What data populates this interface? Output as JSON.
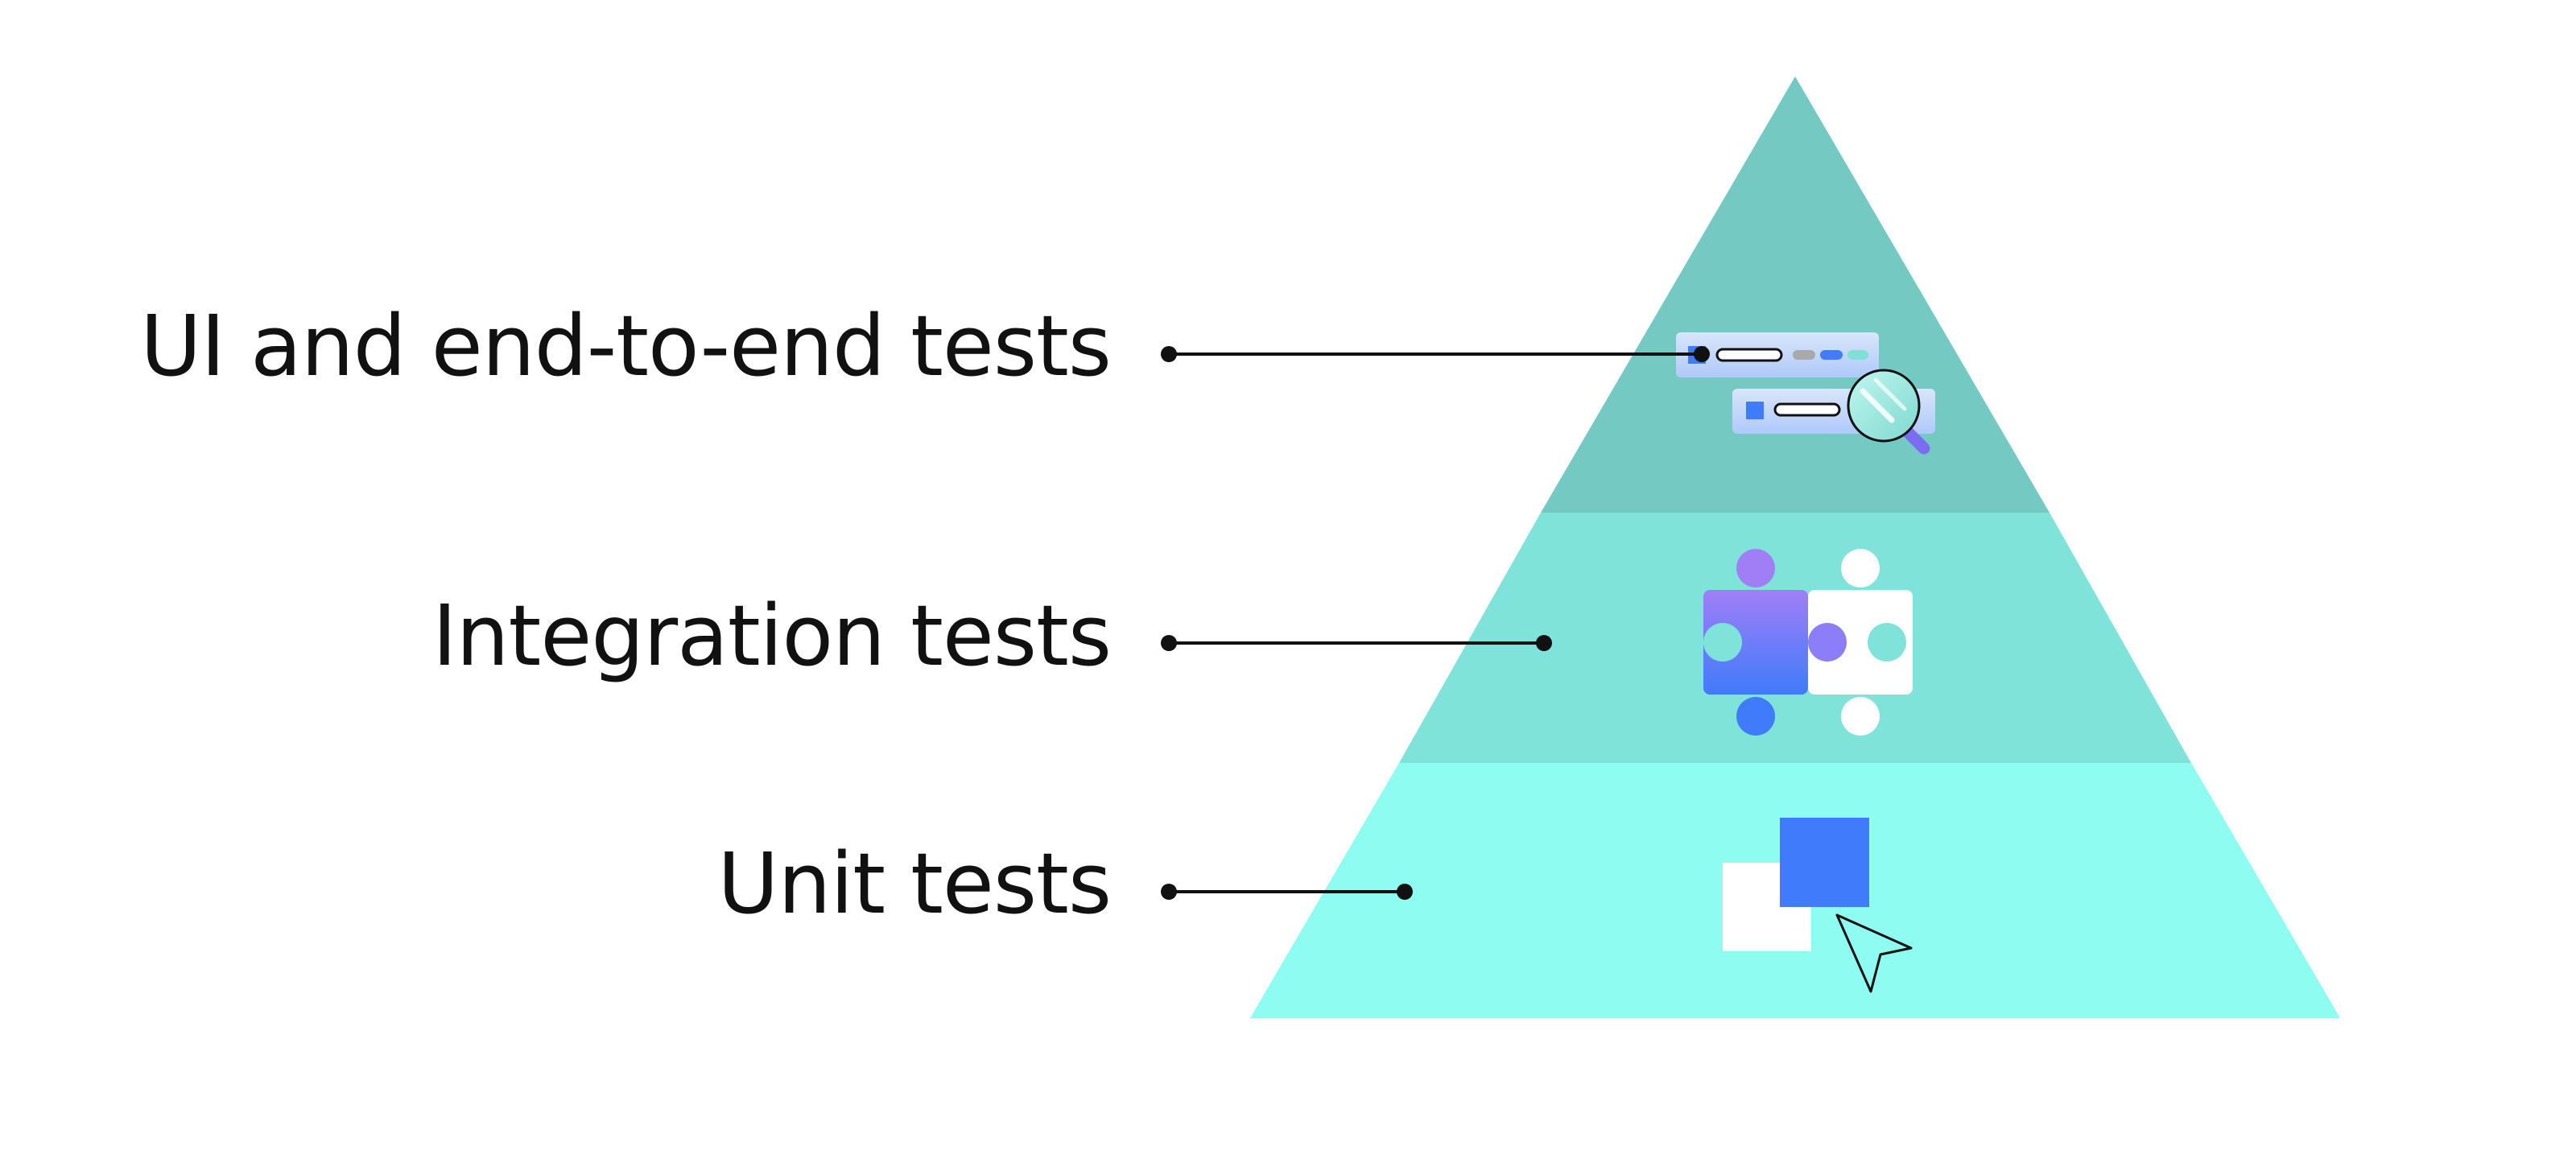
{
  "pyramid": {
    "layers": [
      {
        "label": "UI and end-to-end tests",
        "icon": "ui-window-magnifier-icon",
        "color": "#74CAC3"
      },
      {
        "label": "Integration tests",
        "icon": "puzzle-pieces-icon",
        "color": "#80E3D9"
      },
      {
        "label": "Unit tests",
        "icon": "squares-cursor-icon",
        "color": "#8FFCF1"
      }
    ]
  },
  "colors": {
    "connector": "#111111",
    "accent_blue": "#3F7BFA",
    "accent_purple": "#A07FF6",
    "background": "#FFFFFF"
  }
}
